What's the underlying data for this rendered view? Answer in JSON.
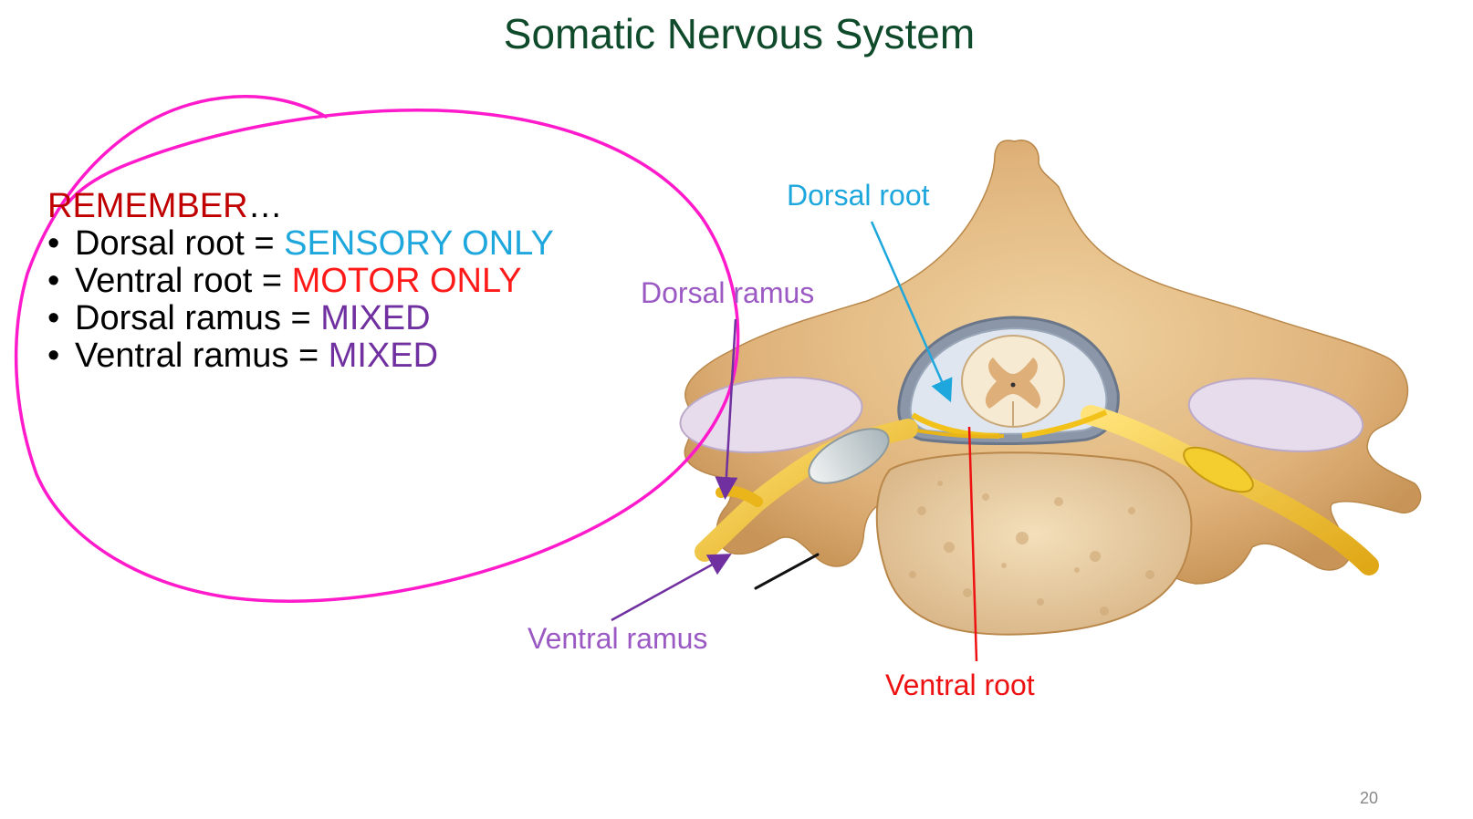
{
  "slide": {
    "title": "Somatic Nervous System",
    "page_number": "20"
  },
  "remember": {
    "heading": "REMEMBER",
    "ellipsis": "…",
    "items": [
      {
        "term": "Dorsal root = ",
        "value": "SENSORY ONLY",
        "color": "#1ea7dd"
      },
      {
        "term": "Ventral root = ",
        "value": "MOTOR ONLY",
        "color": "#ff1a1a"
      },
      {
        "term": "Dorsal ramus = ",
        "value": "MIXED",
        "color": "#7030a0"
      },
      {
        "term": "Ventral ramus = ",
        "value": "MIXED",
        "color": "#7030a0"
      }
    ]
  },
  "diagram": {
    "labels": {
      "dorsal_root": "Dorsal root",
      "dorsal_ramus": "Dorsal ramus",
      "ventral_ramus": "Ventral ramus",
      "ventral_root": "Ventral root"
    },
    "colors": {
      "bone": "#e6c18c",
      "nerve": "#f2c21b",
      "cartilage": "#e4dbea",
      "annotation_circle": "#ff1acb"
    }
  }
}
